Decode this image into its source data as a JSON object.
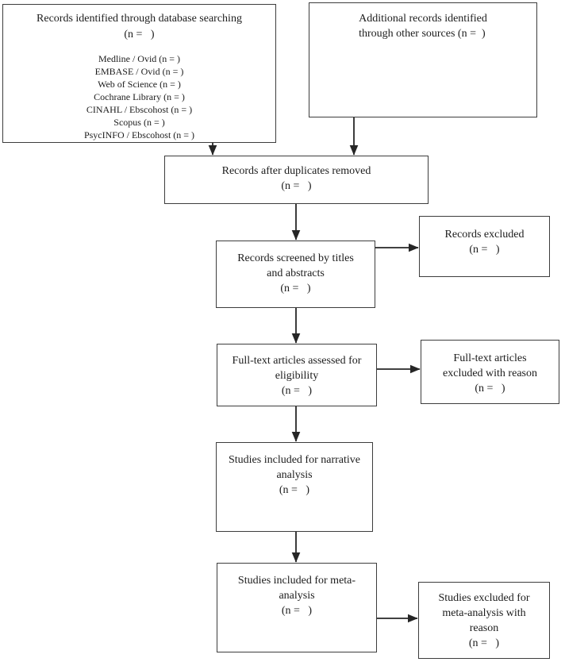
{
  "figure": {
    "kind": "prisma-flow-diagram",
    "colors": {
      "background": "#ffffff",
      "box_border": "#3d3d3d",
      "text": "#1c1c1c",
      "arrow": "#262626"
    },
    "boxes": {
      "identification_db": {
        "lines": [
          "Records identified through database searching",
          "(n =   )"
        ],
        "sources": [
          "Medline / Ovid (n = )",
          "EMBASE / Ovid (n = )",
          "Web of Science (n = )",
          "Cochrane Library (n = )",
          "CINAHL / Ebscohost (n = )",
          "Scopus (n = )",
          "PsycINFO / Ebscohost (n = )"
        ]
      },
      "identification_other": {
        "lines": [
          "Additional records identified",
          "through other sources (n =  )"
        ]
      },
      "deduplicated": {
        "lines": [
          "Records after duplicates removed",
          "(n =   )"
        ]
      },
      "screened": {
        "lines": [
          "Records screened by titles",
          "and abstracts",
          "(n =   )"
        ]
      },
      "records_excluded": {
        "lines": [
          "Records excluded",
          "(n =   )"
        ]
      },
      "fulltext_assessed": {
        "lines": [
          "Full-text articles assessed for",
          "eligibility",
          "(n =   )"
        ]
      },
      "fulltext_excluded": {
        "lines": [
          "Full-text articles",
          "excluded with reason",
          "(n =   )"
        ]
      },
      "narrative_included": {
        "lines": [
          "Studies included for narrative",
          "analysis",
          "(n =   )"
        ]
      },
      "meta_included": {
        "lines": [
          "Studies included for meta-",
          "analysis",
          "(n =   )"
        ]
      },
      "meta_excluded": {
        "lines": [
          "Studies excluded for",
          "meta-analysis with",
          "reason",
          "(n =   )"
        ]
      }
    },
    "connections": [
      {
        "from": "identification_db",
        "to": "deduplicated"
      },
      {
        "from": "identification_other",
        "to": "deduplicated"
      },
      {
        "from": "deduplicated",
        "to": "screened"
      },
      {
        "from": "screened",
        "to": "records_excluded"
      },
      {
        "from": "screened",
        "to": "fulltext_assessed"
      },
      {
        "from": "fulltext_assessed",
        "to": "fulltext_excluded"
      },
      {
        "from": "fulltext_assessed",
        "to": "narrative_included"
      },
      {
        "from": "narrative_included",
        "to": "meta_included"
      },
      {
        "from": "meta_included",
        "to": "meta_excluded"
      }
    ]
  }
}
